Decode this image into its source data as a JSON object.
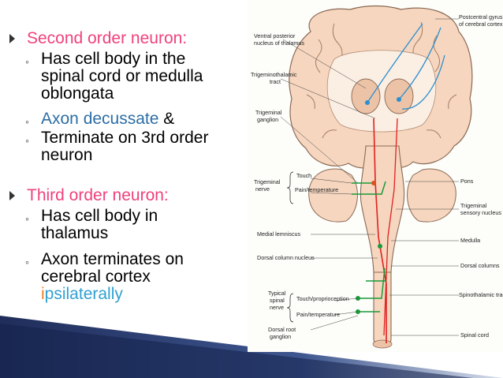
{
  "bullets": [
    {
      "heading": "Second order neuron:",
      "subs": [
        {
          "parts": [
            "Has cell body in the",
            "spinal cord or medulla",
            "oblongata"
          ]
        },
        {
          "colored": "Axon decussate",
          "rest": " &"
        },
        {
          "parts": [
            "Terminate on 3rd order",
            "neuron"
          ]
        }
      ]
    },
    {
      "heading": "Third order neuron:",
      "subs": [
        {
          "parts": [
            "Has cell body in",
            "thalamus"
          ]
        },
        {
          "parts": [
            "Axon terminates on",
            "cerebral cortex"
          ]
        },
        {
          "first_letter": "i",
          "rest_word": "psilaterally"
        }
      ]
    }
  ],
  "diagram": {
    "labels": {
      "postcentral_gyrus": "Postcentral gyrus",
      "of_cerebral_cortex": "of cerebral cortex",
      "ventral_posterior": "Ventral posterior",
      "nucleus_of_thalamus": "nucleus of thalamus",
      "trigeminothalamic": "Trigeminothalamic",
      "tract": "tract",
      "trigeminal": "Trigeminal",
      "ganglion": "ganglion",
      "touch": "Touch",
      "trigeminal_nerve_1": "Trigeminal",
      "trigeminal_nerve_2": "nerve",
      "pain_temperature": "Pain/temperature",
      "pons": "Pons",
      "trigeminal_sensory_1": "Trigeminal",
      "trigeminal_sensory_2": "sensory nucleus",
      "medial_lemniscus": "Medial lemniscus",
      "medulla": "Medulla",
      "dorsal_column_nucleus": "Dorsal column nucleus",
      "dorsal_columns": "Dorsal columns",
      "typical_1": "Typical",
      "typical_2": "spinal",
      "typical_3": "nerve",
      "touch_proprioception": "Touch/proprioception",
      "spinothalamic_tract": "Spinothalamic tract",
      "pain_temperature_2": "Pain/temperature",
      "dorsal_root_1": "Dorsal root",
      "dorsal_root_2": "ganglion",
      "spinal_cord": "Spinal cord"
    }
  },
  "colors": {
    "heading": "#f0417d",
    "decussate": "#2c6ea5",
    "ipsi_i": "#f08020",
    "ipsi_rest": "#30a0d0",
    "brain_fill": "#f6d6bf",
    "brain_stroke": "#8a6a55",
    "pathway_red": "#e02020",
    "pathway_green": "#1a9a3a",
    "pathway_blue": "#2a8fd0"
  }
}
